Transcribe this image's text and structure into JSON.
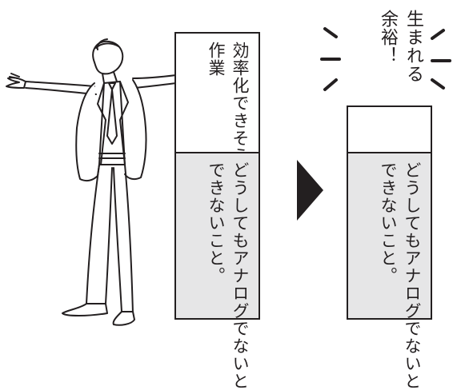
{
  "left_panel": {
    "top_text_col1": "効率化できそうな",
    "top_text_col2": "作業",
    "bottom_text_col1": "どうしてもアナログでないと",
    "bottom_text_col2": "できないこと。"
  },
  "right_panel": {
    "bottom_text_col1": "どうしてもアナログでないと",
    "bottom_text_col2": "できないこと。"
  },
  "exclamation": {
    "col1": "生まれる",
    "col2": "余裕！"
  },
  "icons": [
    "stretching-businessman-illustration",
    "right-triangle-arrow-icon",
    "burst-lines-icon"
  ],
  "colors": {
    "ink": "#231f20",
    "gray_fill": "#e6e6e7",
    "white": "#ffffff"
  }
}
